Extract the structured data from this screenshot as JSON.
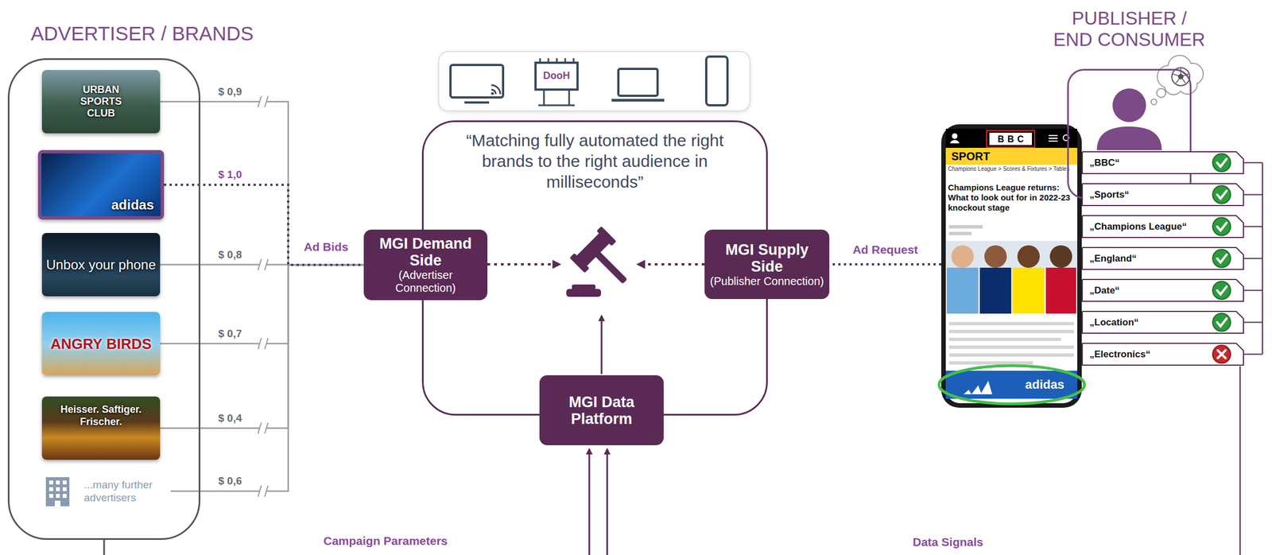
{
  "diagram": {
    "nodes": [
      {
        "text": [
          "ADVERTISER / BRANDS"
        ]
      },
      {
        "text": [
          "URBAN SPORTS CLUB"
        ],
        "in": 0
      },
      {
        "text": [
          "adidas"
        ],
        "in": 0
      },
      {
        "text": [
          "Unbox your phone"
        ],
        "in": 0
      },
      {
        "text": [
          "ANGRY BIRDS"
        ],
        "in": 0
      },
      {
        "text": [
          "Heisser. Saftiger. Frischer."
        ],
        "in": 0
      },
      {
        "text": [
          "...many further advertisers"
        ],
        "in": 0
      },
      {
        "text": [
          "DooH"
        ]
      },
      {
        "text": [
          "“Matching fully automated the right brands to the right audience in milliseconds”"
        ]
      },
      {
        "text": [
          "MGI Demand Side",
          "(Advertiser Connection)"
        ]
      },
      {
        "text": [
          "MGI Supply Side",
          "(Publisher Connection)"
        ]
      },
      {
        "text": [
          "MGI Data Platform"
        ]
      },
      {
        "text": [
          "BBC",
          "SPORT",
          "Champions League > Scores & Fixtures > Tables",
          "Champions League returns: What to look out for in 2022-23 knockout stage",
          "adidas"
        ]
      },
      {
        "text": [
          "PUBLISHER / END CONSUMER"
        ]
      },
      {
        "text": [
          "„BBC“"
        ]
      },
      {
        "text": [
          "„Sports“"
        ]
      },
      {
        "text": [
          "„Champions League“"
        ]
      },
      {
        "text": [
          "„England“"
        ]
      },
      {
        "text": [
          "„Date“"
        ]
      },
      {
        "text": [
          "„Location“"
        ]
      },
      {
        "text": [
          "„Electronics“"
        ]
      }
    ],
    "edges": [
      {
        "from": 1,
        "to": 9,
        "label": "$ 0,9",
        "arrow": "none"
      },
      {
        "from": 2,
        "to": 9,
        "label": "$ 1,0",
        "arrow": "none"
      },
      {
        "from": 3,
        "to": 9,
        "label": "$ 0,8",
        "arrow": "none"
      },
      {
        "from": 4,
        "to": 9,
        "label": "$ 0,7",
        "arrow": "none"
      },
      {
        "from": 5,
        "to": 9,
        "label": "$ 0,4",
        "arrow": "none"
      },
      {
        "from": 6,
        "to": 9,
        "label": "$ 0,6",
        "arrow": "none"
      },
      {
        "from": 12,
        "to": 10,
        "label": "Ad Request",
        "arrow": "none"
      }
    ],
    "labels": [
      "Ad Bids",
      "Campaign Parameters",
      "Data Signals"
    ]
  }
}
